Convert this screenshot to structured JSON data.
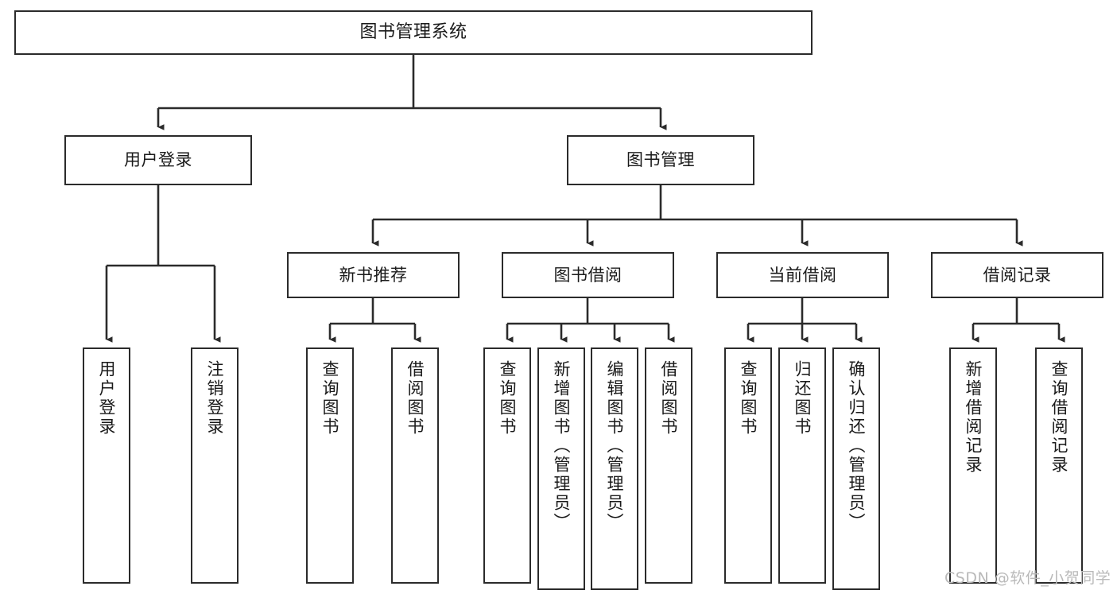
{
  "diagram": {
    "type": "tree-hierarchy",
    "title": "图书管理系统",
    "watermark": "CSDN @软件_小贺同学",
    "colors": {
      "box_border": "#2b2b2b",
      "box_fill": "#ffffff",
      "connector": "#2b2b2b",
      "text": "#1a1a1a",
      "watermark": "#b9b9b9"
    },
    "root": {
      "label": "图书管理系统"
    },
    "level1": [
      {
        "label": "用户登录"
      },
      {
        "label": "图书管理"
      }
    ],
    "user_login_children": [
      {
        "label": "用户登录"
      },
      {
        "label": "注销登录"
      }
    ],
    "level2": [
      {
        "label": "新书推荐"
      },
      {
        "label": "图书借阅"
      },
      {
        "label": "当前借阅"
      },
      {
        "label": "借阅记录"
      }
    ],
    "new_book_children": [
      {
        "label": "查询图书"
      },
      {
        "label": "借阅图书"
      }
    ],
    "borrow_children": [
      {
        "label": "查询图书"
      },
      {
        "label": "新增图书（管理员）"
      },
      {
        "label": "编辑图书（管理员）"
      },
      {
        "label": "借阅图书"
      }
    ],
    "current_borrow_children": [
      {
        "label": "查询图书"
      },
      {
        "label": "归还图书"
      },
      {
        "label": "确认归还（管理员）"
      }
    ],
    "record_children": [
      {
        "label": "新增借阅记录"
      },
      {
        "label": "查询借阅记录"
      }
    ]
  }
}
